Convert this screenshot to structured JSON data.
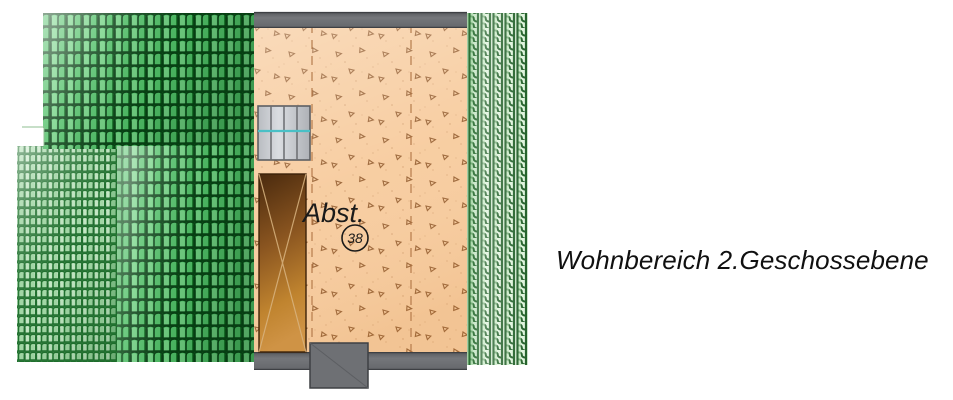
{
  "caption": {
    "text": "Wohnbereich 2.Geschossebene"
  },
  "plan": {
    "room_label": "Abst.",
    "room_number": "38",
    "colors": {
      "floor": "#f6c99a",
      "floor_light": "#fbdcc0",
      "wall": "#6e7074",
      "wall_dark": "#4f5256",
      "roof_main_dark": "#0d5c22",
      "roof_main_light": "#7fd48f",
      "roof_lower_dark": "#1d6b2c",
      "roof_lower_light": "#cdebcf",
      "roof_right_dark": "#1b5e24",
      "roof_right_light": "#d9f0d7",
      "door_dark": "#5a3212",
      "door_light": "#c9883a",
      "stair_fill": "#c9ccd1",
      "stair_line": "#4bbfc4",
      "hatch": "#8a5a32",
      "outline": "#2a2a2a"
    },
    "elements": {
      "roof_upper_left": "main-roof-upper-left",
      "roof_lower_left": "lower-roof-left",
      "roof_right_strip": "roof-right-strip",
      "top_wall": "exterior-wall-top",
      "bottom_wall": "exterior-wall-bottom",
      "balcony_block": "balcony-block-bottom",
      "stairs": "staircase",
      "door": "door-opening",
      "interior_floor": "interior-floor"
    }
  }
}
